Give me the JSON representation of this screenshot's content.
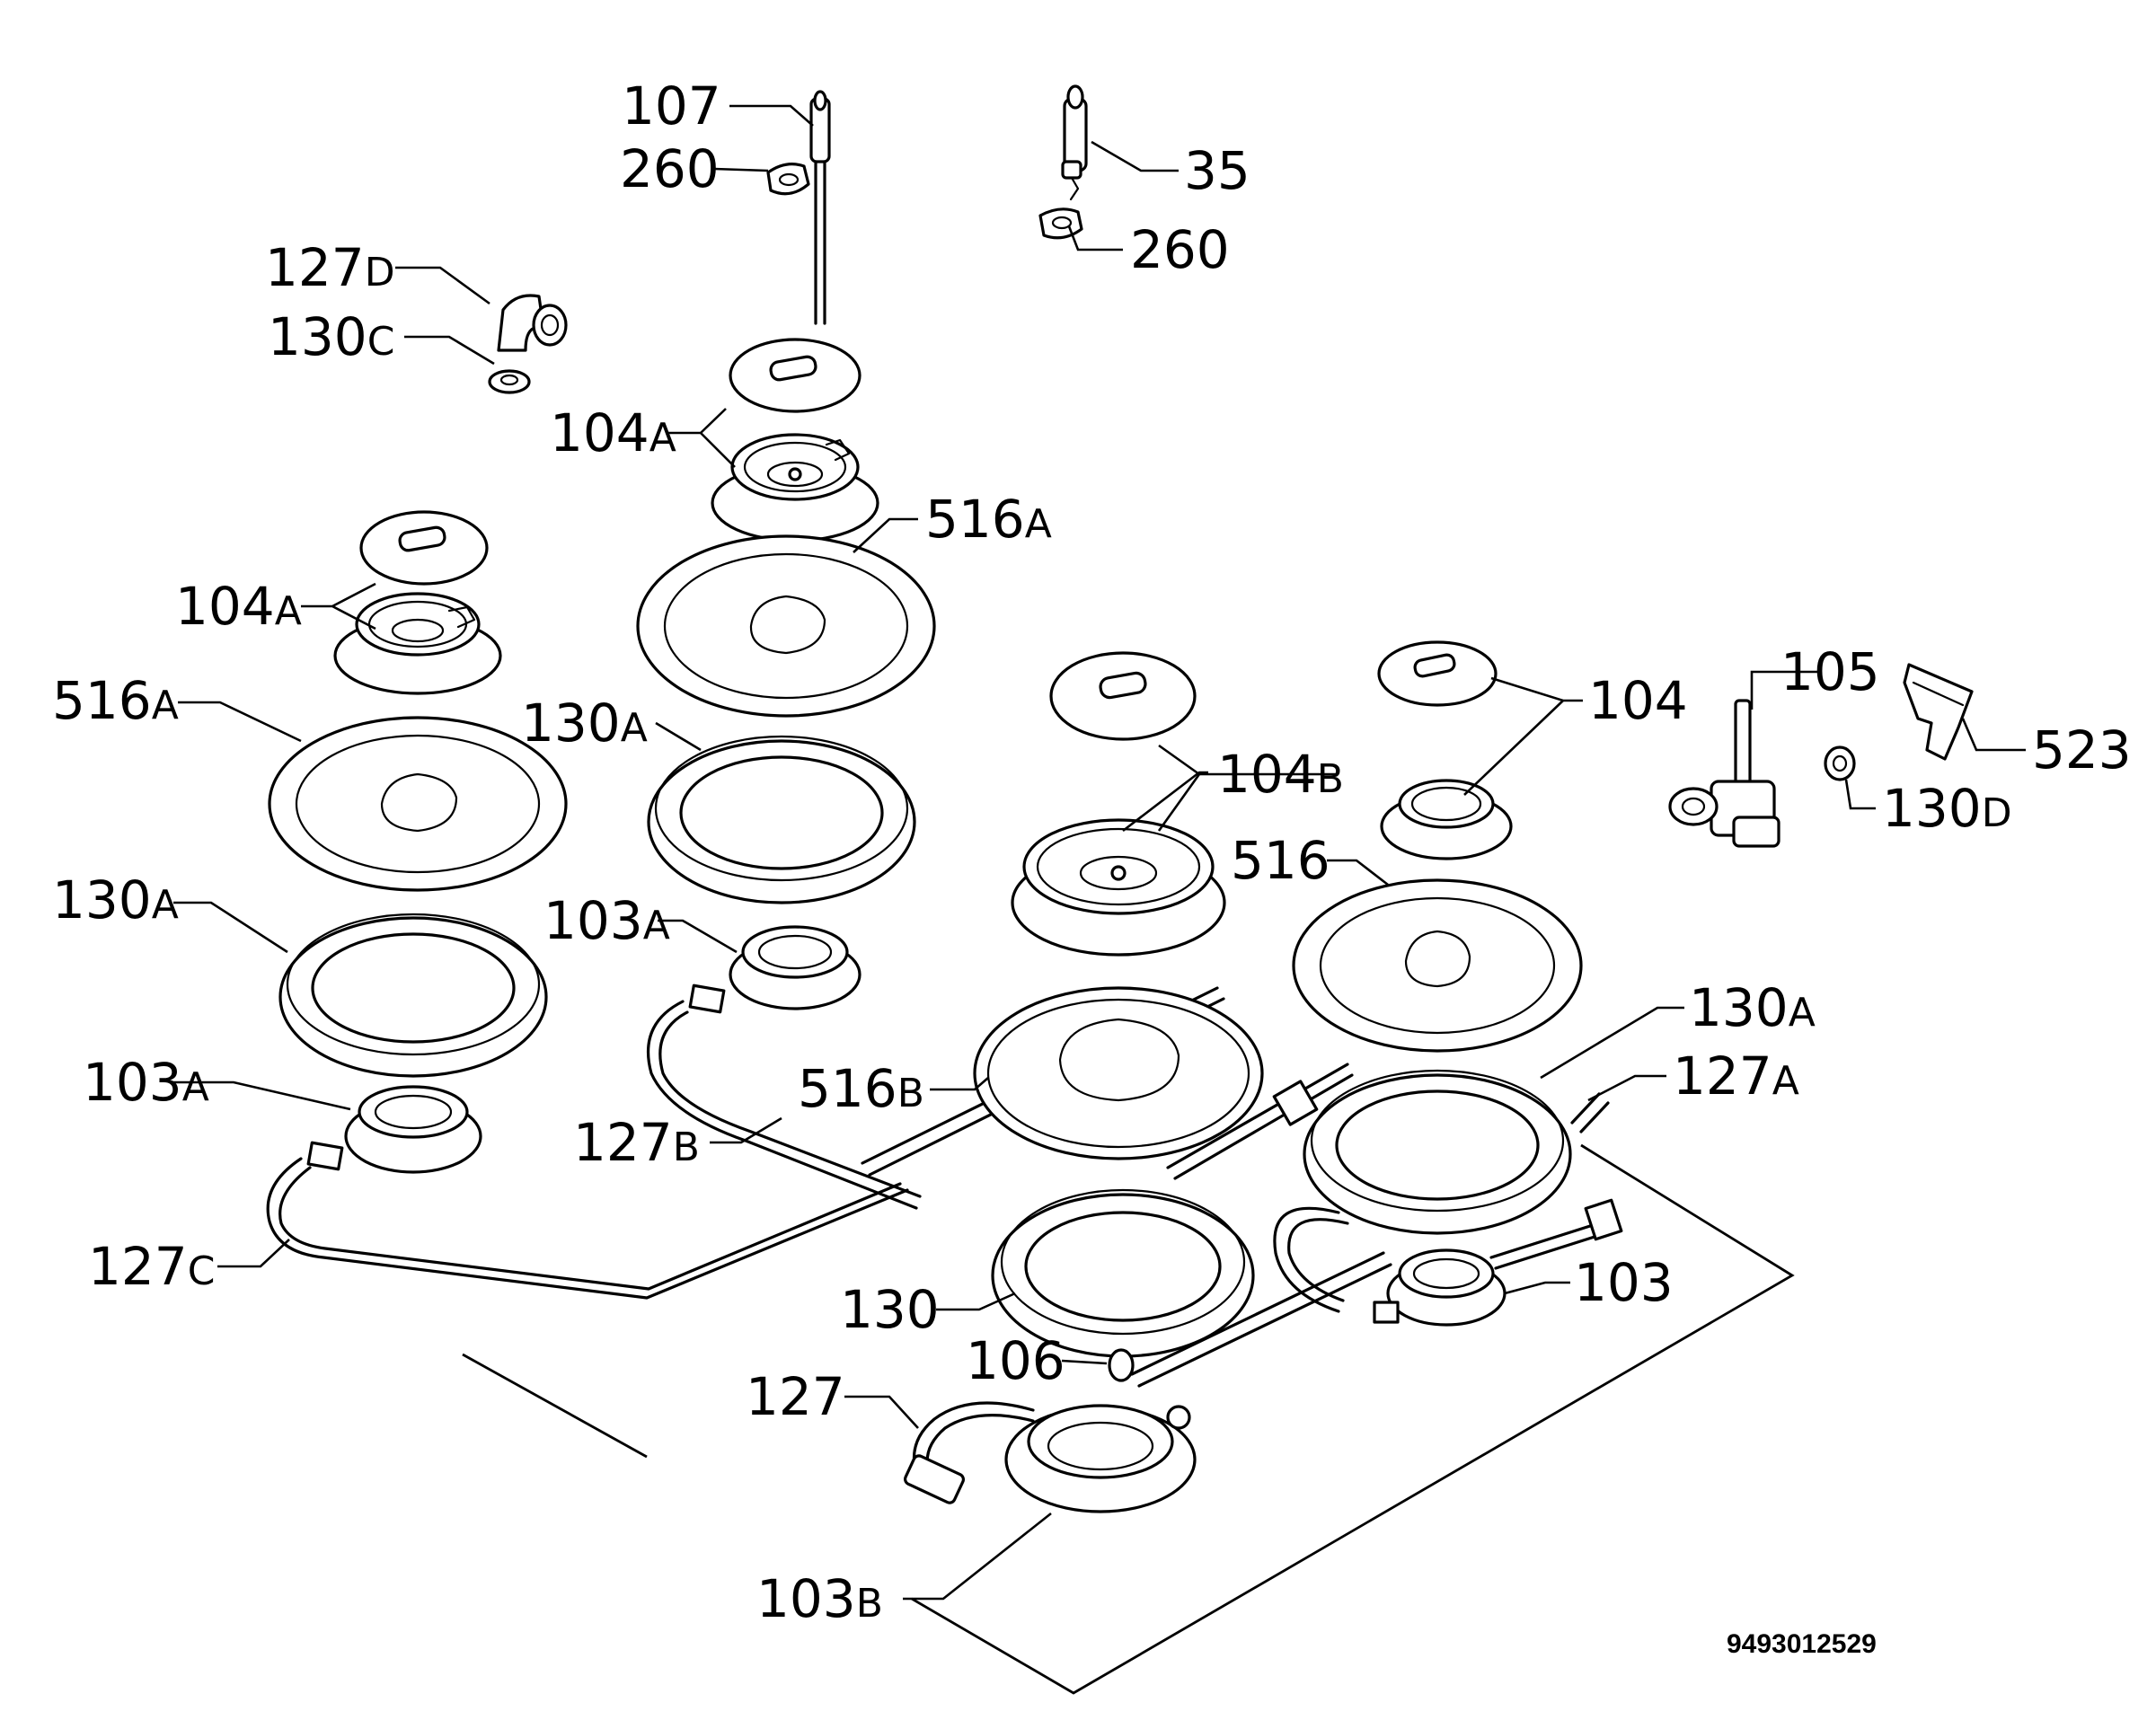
{
  "labels": {
    "l107": {
      "num": "107",
      "suf": ""
    },
    "l260a": {
      "num": "260",
      "suf": ""
    },
    "l35": {
      "num": "35",
      "suf": ""
    },
    "l260b": {
      "num": "260",
      "suf": ""
    },
    "l127d": {
      "num": "127",
      "suf": "D"
    },
    "l130c": {
      "num": "130",
      "suf": "C"
    },
    "l104a1": {
      "num": "104",
      "suf": "A"
    },
    "l516a1": {
      "num": "516",
      "suf": "A"
    },
    "l104a2": {
      "num": "104",
      "suf": "A"
    },
    "l516a2": {
      "num": "516",
      "suf": "A"
    },
    "l130a1": {
      "num": "130",
      "suf": "A"
    },
    "l130a2": {
      "num": "130",
      "suf": "A"
    },
    "l103a1": {
      "num": "103",
      "suf": "A"
    },
    "l103a2": {
      "num": "103",
      "suf": "A"
    },
    "l104b": {
      "num": "104",
      "suf": "B"
    },
    "l104": {
      "num": "104",
      "suf": ""
    },
    "l105": {
      "num": "105",
      "suf": ""
    },
    "l523": {
      "num": "523",
      "suf": ""
    },
    "l130d": {
      "num": "130",
      "suf": "D"
    },
    "l516": {
      "num": "516",
      "suf": ""
    },
    "l130a3": {
      "num": "130",
      "suf": "A"
    },
    "l127a": {
      "num": "127",
      "suf": "A"
    },
    "l516b": {
      "num": "516",
      "suf": "B"
    },
    "l127b": {
      "num": "127",
      "suf": "B"
    },
    "l127c": {
      "num": "127",
      "suf": "C"
    },
    "l130": {
      "num": "130",
      "suf": ""
    },
    "l103": {
      "num": "103",
      "suf": ""
    },
    "l106": {
      "num": "106",
      "suf": ""
    },
    "l127": {
      "num": "127",
      "suf": ""
    },
    "l103b": {
      "num": "103",
      "suf": "B"
    }
  },
  "document_number": "9493012529"
}
